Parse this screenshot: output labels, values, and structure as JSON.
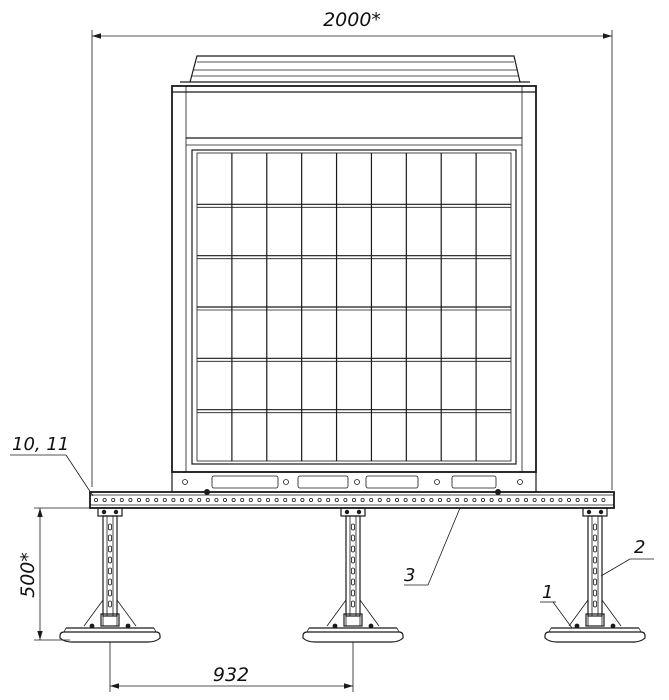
{
  "dimensions": {
    "overall_width": "2000*",
    "stand_height": "500*",
    "leg_spacing": "932"
  },
  "callouts": {
    "item_1": "1",
    "item_2": "2",
    "item_3": "3",
    "item_10_11": "10, 11"
  },
  "grille": {
    "columns": 9,
    "rows": 6
  }
}
